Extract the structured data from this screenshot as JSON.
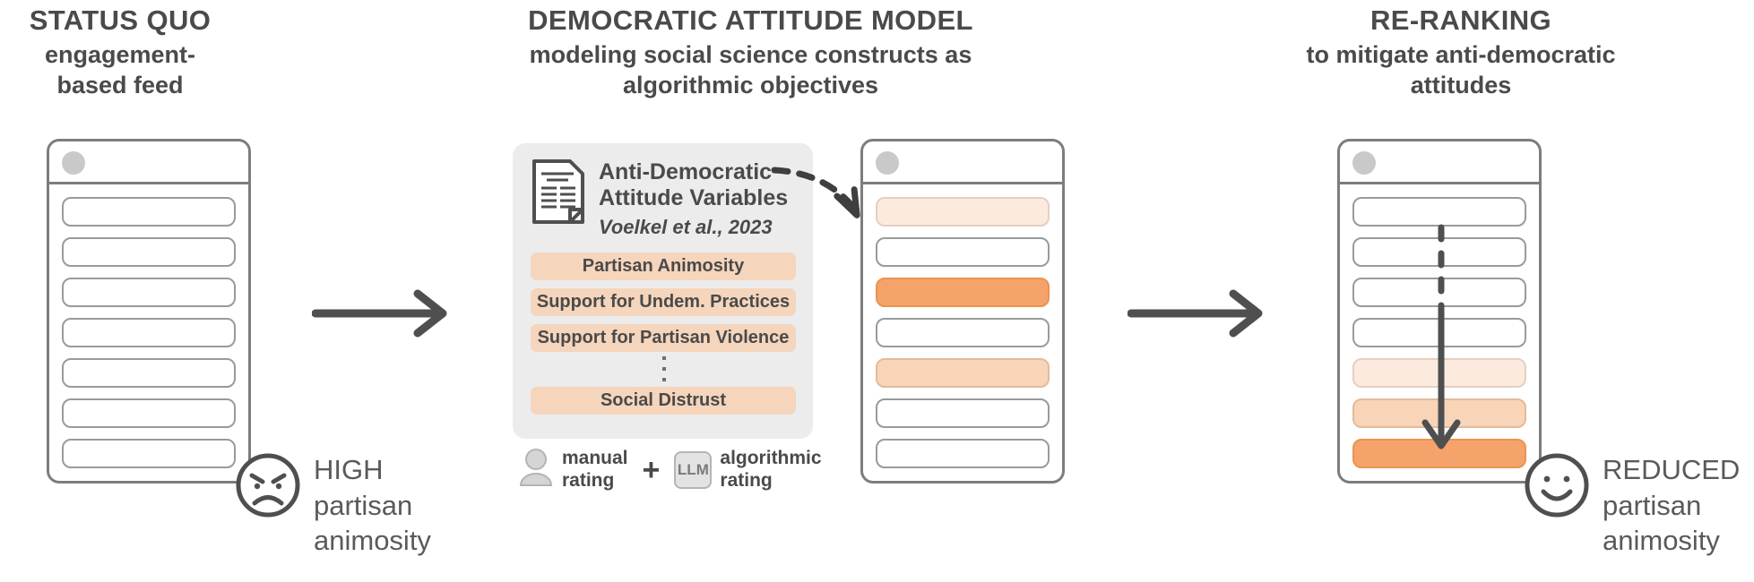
{
  "columns": [
    {
      "title": "STATUS QUO",
      "subtitle": "engagement-\nbased feed"
    },
    {
      "title": "DEMOCRATIC ATTITUDE MODEL",
      "subtitle": "modeling social science constructs as\nalgorithmic objectives"
    },
    {
      "title": "RE-RANKING",
      "subtitle": "to mitigate anti-democratic\nattitudes"
    }
  ],
  "panel": {
    "doc_icon": "document-icon",
    "heading_line1": "Anti-Democratic",
    "heading_line2": "Attitude Variables",
    "citation": "Voelkel et al., 2023",
    "variables": [
      "Partisan Animosity",
      "Support for Undem. Practices",
      "Support for Partisan Violence",
      "Social Distrust"
    ],
    "ellipsis": "vertical-ellipsis"
  },
  "legend": {
    "manual": {
      "icon": "person-icon",
      "line1": "manual",
      "line2": "rating"
    },
    "operator": "+",
    "algorithmic": {
      "icon": "llm-box-icon",
      "badge": "LLM",
      "line1": "algorithmic",
      "line2": "rating"
    }
  },
  "feeds": {
    "status_quo": {
      "name": "status-quo-feed",
      "rows": [
        "none",
        "none",
        "none",
        "none",
        "none",
        "none",
        "none"
      ]
    },
    "scored": {
      "name": "scored-feed",
      "rows": [
        "light",
        "none",
        "strong",
        "none",
        "medium",
        "none",
        "none"
      ]
    },
    "reranked": {
      "name": "reranked-feed",
      "rows": [
        "none",
        "none",
        "none",
        "none",
        "light",
        "medium",
        "strong"
      ],
      "arrow": "downward-reorder-arrow"
    }
  },
  "outcomes": {
    "left": {
      "face": "angry-face-icon",
      "line1": "HIGH",
      "line2": "partisan",
      "line3": "animosity"
    },
    "right": {
      "face": "smiling-face-icon",
      "line1": "REDUCED",
      "line2": "partisan",
      "line3": "animosity"
    }
  },
  "arrows": {
    "stage1": "right-arrow",
    "stage2": "right-arrow",
    "mapping": "dashed-curved-arrow"
  },
  "colors": {
    "tint_light": "#fceadf",
    "tint_medium": "#f8d4b8",
    "tint_strong": "#f5a26b",
    "chip": "#f5d5bc",
    "panel_bg": "#ececed",
    "outline": "#7d7d7d",
    "text": "#4a4a4a"
  }
}
